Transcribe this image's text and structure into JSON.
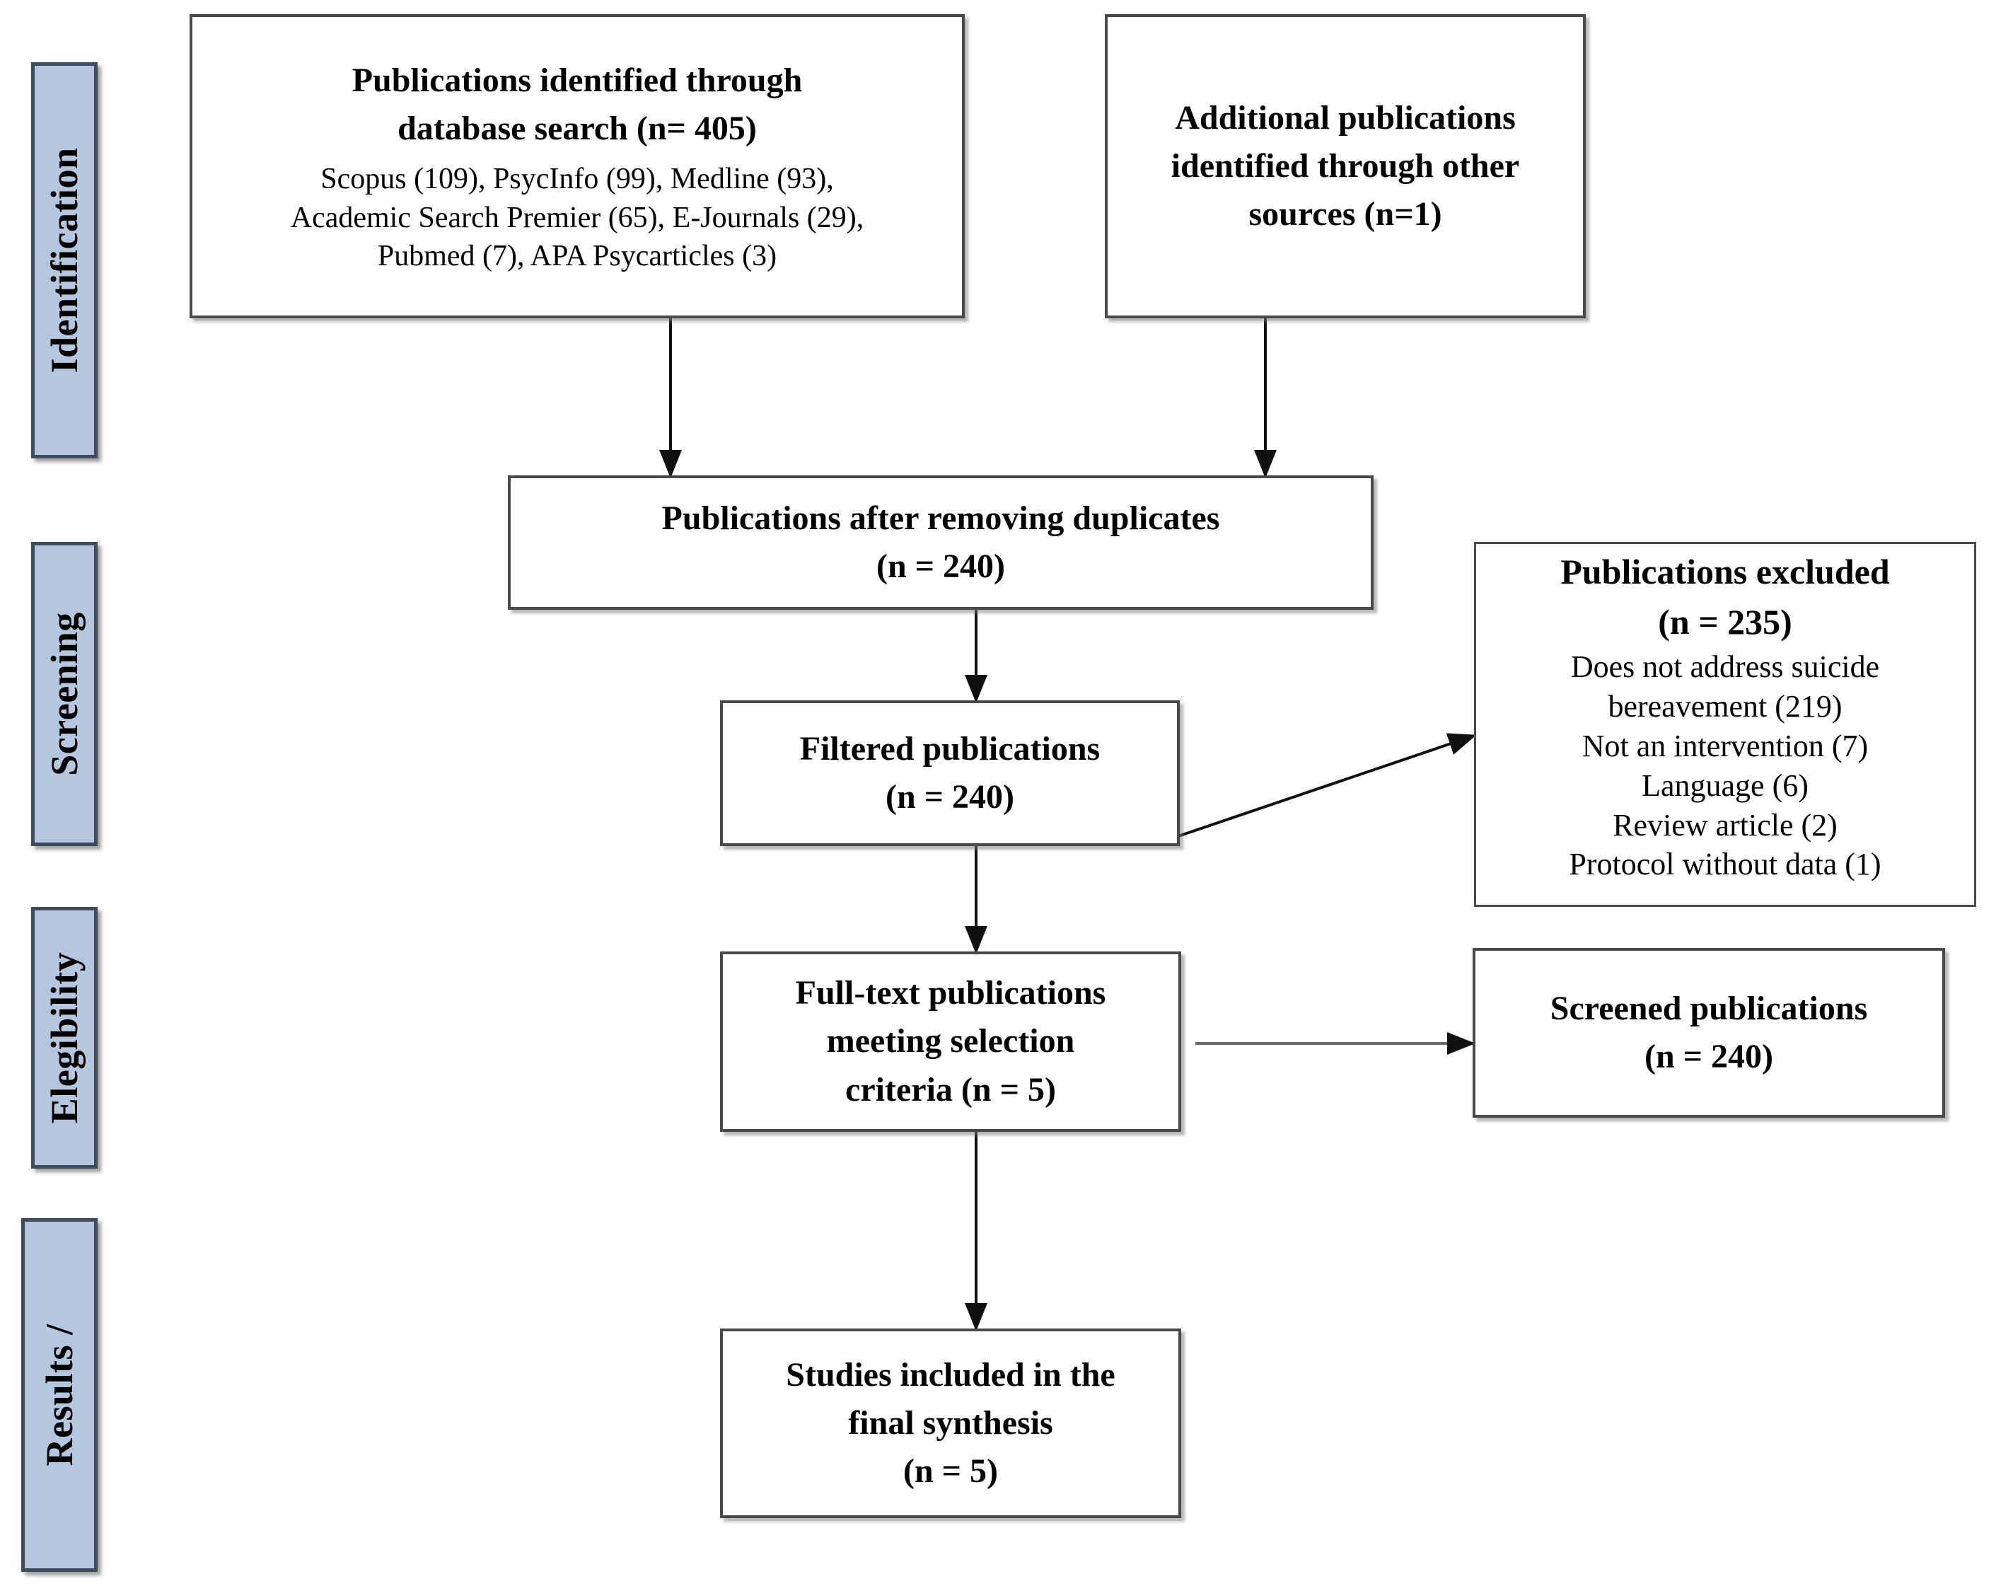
{
  "diagram": {
    "type": "prisma-flow-diagram",
    "accent_color": "#b4c7de",
    "border_color": "#4a4a4a",
    "stages": [
      {
        "id": "identification",
        "label": "Identification"
      },
      {
        "id": "screening",
        "label": "Screening"
      },
      {
        "id": "elegibility",
        "label": "Elegibility"
      },
      {
        "id": "results",
        "label": "Results  /"
      }
    ],
    "boxes": {
      "database_search": {
        "title_line1": "Publications identified through",
        "title_line2": "database search (n= 405)",
        "sub_line1": "Scopus (109), PsycInfo (99), Medline (93),",
        "sub_line2": "Academic Search Premier (65), E-Journals (29),",
        "sub_line3": "Pubmed (7), APA Psycarticles (3)"
      },
      "other_sources": {
        "title_line1": "Additional publications",
        "title_line2": "identified through other",
        "title_line3": "sources (n=1)"
      },
      "after_duplicates": {
        "title_line1": "Publications after removing duplicates",
        "title_line2": "(n = 240)"
      },
      "filtered": {
        "title_line1": "Filtered publications",
        "title_line2": "(n = 240)"
      },
      "excluded": {
        "title_line1": "Publications excluded",
        "title_line2": "(n = 235)",
        "reasons": [
          "Does not address suicide",
          "bereavement (219)",
          "Not an intervention (7)",
          "Language (6)",
          "Review article (2)",
          "Protocol without data (1)"
        ]
      },
      "fulltext": {
        "title_line1": "Full-text publications",
        "title_line2": "meeting selection",
        "title_line3": "criteria (n = 5)"
      },
      "screened": {
        "title_line1": "Screened publications",
        "title_line2": "(n = 240)"
      },
      "included": {
        "title_line1": "Studies included in the",
        "title_line2": "final synthesis",
        "title_line3": "(n = 5)"
      }
    }
  }
}
